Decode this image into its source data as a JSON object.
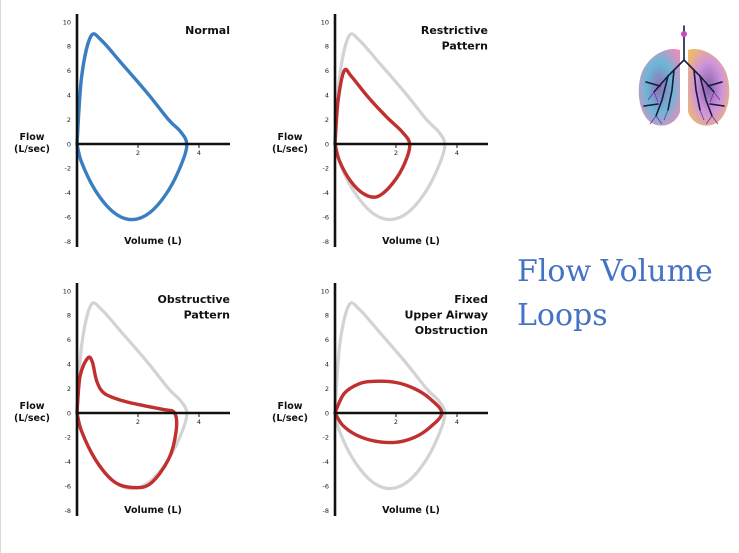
{
  "slide": {
    "title_line1": "Flow Volume",
    "title_line2": "Loops"
  },
  "colors": {
    "normal": "#3a7ec2",
    "abnormal": "#c0302f",
    "reference": "#d3d3d3",
    "title": "#4472c4"
  },
  "chart_data": [
    {
      "type": "line",
      "title": [
        "Normal"
      ],
      "ylabel": [
        "Flow",
        "(L/sec)"
      ],
      "xlabel": "Volume (L)",
      "xlim": [
        0,
        5
      ],
      "ylim": [
        -8,
        10
      ],
      "xticks": [
        2,
        4
      ],
      "yticks": [
        10,
        8,
        6,
        4,
        2,
        0,
        -2,
        -4,
        -6,
        -8
      ],
      "grid": false,
      "series": [
        {
          "role": "patient",
          "color": "#3a7ec2",
          "points": [
            [
              0,
              0
            ],
            [
              0.15,
              5.5
            ],
            [
              0.45,
              8.8
            ],
            [
              0.8,
              8.5
            ],
            [
              1.5,
              6.5
            ],
            [
              2.3,
              4.2
            ],
            [
              3,
              2
            ],
            [
              3.4,
              1
            ],
            [
              3.6,
              0
            ],
            [
              3.45,
              -1.5
            ],
            [
              3,
              -3.8
            ],
            [
              2.4,
              -5.6
            ],
            [
              1.8,
              -6.2
            ],
            [
              1.2,
              -5.6
            ],
            [
              0.6,
              -3.8
            ],
            [
              0.15,
              -1.5
            ],
            [
              0,
              0
            ]
          ]
        }
      ]
    },
    {
      "type": "line",
      "title": [
        "Restrictive",
        "Pattern"
      ],
      "ylabel": [
        "Flow",
        "(L/sec)"
      ],
      "xlabel": "Volume (L)",
      "xlim": [
        0,
        5
      ],
      "ylim": [
        -8,
        10
      ],
      "xticks": [
        2,
        4
      ],
      "yticks": [
        10,
        8,
        6,
        4,
        2,
        0,
        -2,
        -4,
        -6,
        -8
      ],
      "grid": false,
      "series": [
        {
          "role": "reference",
          "color": "#d3d3d3",
          "points": [
            [
              0,
              0
            ],
            [
              0.15,
              5.5
            ],
            [
              0.45,
              8.8
            ],
            [
              0.8,
              8.5
            ],
            [
              1.5,
              6.5
            ],
            [
              2.3,
              4.2
            ],
            [
              3,
              2
            ],
            [
              3.4,
              1
            ],
            [
              3.6,
              0
            ],
            [
              3.45,
              -1.5
            ],
            [
              3,
              -3.8
            ],
            [
              2.4,
              -5.6
            ],
            [
              1.8,
              -6.2
            ],
            [
              1.2,
              -5.6
            ],
            [
              0.6,
              -3.8
            ],
            [
              0.15,
              -1.5
            ],
            [
              0,
              0
            ]
          ]
        },
        {
          "role": "patient",
          "color": "#c0302f",
          "points": [
            [
              0,
              0
            ],
            [
              0.1,
              3.5
            ],
            [
              0.3,
              6
            ],
            [
              0.55,
              5.5
            ],
            [
              1.1,
              3.8
            ],
            [
              1.7,
              2.2
            ],
            [
              2.2,
              1
            ],
            [
              2.45,
              0
            ],
            [
              2.3,
              -1.5
            ],
            [
              1.9,
              -3.2
            ],
            [
              1.4,
              -4.3
            ],
            [
              0.95,
              -4.1
            ],
            [
              0.5,
              -3
            ],
            [
              0.15,
              -1.4
            ],
            [
              0,
              0
            ]
          ]
        }
      ]
    },
    {
      "type": "line",
      "title": [
        "Obstructive",
        "Pattern"
      ],
      "ylabel": [
        "Flow",
        "(L/sec)"
      ],
      "xlabel": "Volume (L)",
      "xlim": [
        0,
        5
      ],
      "ylim": [
        -8,
        10
      ],
      "xticks": [
        2,
        4
      ],
      "yticks": [
        10,
        8,
        6,
        4,
        2,
        0,
        -2,
        -4,
        -6,
        -8
      ],
      "grid": false,
      "series": [
        {
          "role": "reference",
          "color": "#d3d3d3",
          "points": [
            [
              0,
              0
            ],
            [
              0.15,
              5.5
            ],
            [
              0.45,
              8.8
            ],
            [
              0.8,
              8.5
            ],
            [
              1.5,
              6.5
            ],
            [
              2.3,
              4.2
            ],
            [
              3,
              2
            ],
            [
              3.4,
              1
            ],
            [
              3.6,
              0
            ],
            [
              3.45,
              -1.5
            ],
            [
              3,
              -3.8
            ],
            [
              2.4,
              -5.6
            ],
            [
              1.8,
              -6.2
            ],
            [
              1.2,
              -5.6
            ],
            [
              0.6,
              -3.8
            ],
            [
              0.15,
              -1.5
            ],
            [
              0,
              0
            ]
          ]
        },
        {
          "role": "patient",
          "color": "#c0302f",
          "points": [
            [
              0,
              0
            ],
            [
              0.1,
              3
            ],
            [
              0.35,
              4.5
            ],
            [
              0.5,
              4.2
            ],
            [
              0.65,
              2.6
            ],
            [
              0.9,
              1.6
            ],
            [
              1.5,
              1
            ],
            [
              2.2,
              0.6
            ],
            [
              2.8,
              0.3
            ],
            [
              3.2,
              0
            ],
            [
              3.25,
              -1.5
            ],
            [
              3,
              -3.8
            ],
            [
              2.4,
              -5.8
            ],
            [
              1.8,
              -6.1
            ],
            [
              1.2,
              -5.6
            ],
            [
              0.6,
              -3.8
            ],
            [
              0.15,
              -1.5
            ],
            [
              0,
              0
            ]
          ]
        }
      ]
    },
    {
      "type": "line",
      "title": [
        "Fixed",
        "Upper Airway",
        "Obstruction"
      ],
      "ylabel": [
        "Flow",
        "(L/sec)"
      ],
      "xlabel": "Volume (L)",
      "xlim": [
        0,
        5
      ],
      "ylim": [
        -8,
        10
      ],
      "xticks": [
        2,
        4
      ],
      "yticks": [
        10,
        8,
        6,
        4,
        2,
        0,
        -2,
        -4,
        -6,
        -8
      ],
      "grid": false,
      "series": [
        {
          "role": "reference",
          "color": "#d3d3d3",
          "points": [
            [
              0,
              0
            ],
            [
              0.15,
              5.5
            ],
            [
              0.45,
              8.8
            ],
            [
              0.8,
              8.5
            ],
            [
              1.5,
              6.5
            ],
            [
              2.3,
              4.2
            ],
            [
              3,
              2
            ],
            [
              3.4,
              1
            ],
            [
              3.6,
              0
            ],
            [
              3.45,
              -1.5
            ],
            [
              3,
              -3.8
            ],
            [
              2.4,
              -5.6
            ],
            [
              1.8,
              -6.2
            ],
            [
              1.2,
              -5.6
            ],
            [
              0.6,
              -3.8
            ],
            [
              0.15,
              -1.5
            ],
            [
              0,
              0
            ]
          ]
        },
        {
          "role": "patient",
          "color": "#c0302f",
          "points": [
            [
              0,
              0
            ],
            [
              0.3,
              1.6
            ],
            [
              0.8,
              2.4
            ],
            [
              1.3,
              2.6
            ],
            [
              2,
              2.5
            ],
            [
              2.6,
              2
            ],
            [
              3.1,
              1.2
            ],
            [
              3.5,
              0
            ],
            [
              3.1,
              -1.2
            ],
            [
              2.6,
              -2
            ],
            [
              2,
              -2.4
            ],
            [
              1.3,
              -2.3
            ],
            [
              0.7,
              -1.8
            ],
            [
              0.25,
              -1
            ],
            [
              0,
              0
            ]
          ]
        }
      ]
    }
  ]
}
